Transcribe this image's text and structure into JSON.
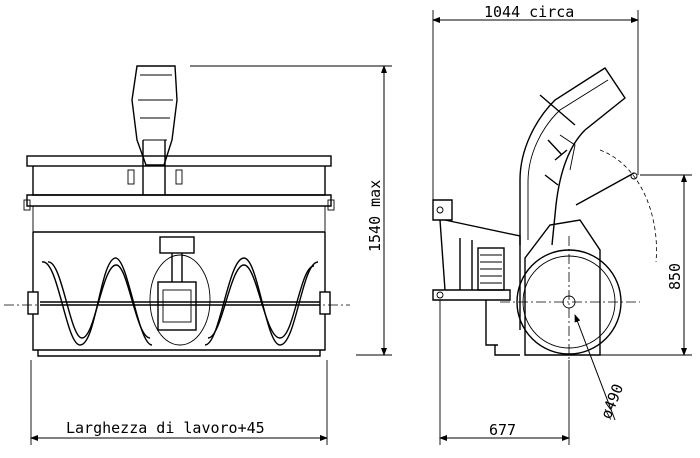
{
  "dimensions": {
    "overall_length": "1044 circa",
    "max_height": "1540 max",
    "height_850": "850",
    "depth_677": "677",
    "rotor_diameter": "ø490",
    "working_width": "Larghezza di lavoro+45"
  }
}
